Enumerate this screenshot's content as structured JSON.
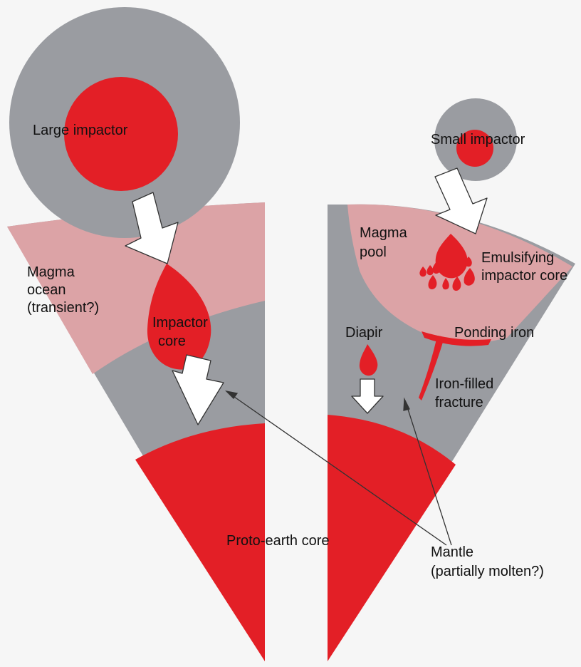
{
  "colors": {
    "background": "#f6f6f6",
    "mantle_gray": "#9a9ca1",
    "core_red": "#e31f26",
    "magma_pink": "#dca3a6",
    "arrow_fill": "#ffffff",
    "outline": "#333333",
    "text": "#111111"
  },
  "labels": {
    "large_impactor": "Large impactor",
    "small_impactor": "Small impactor",
    "magma_ocean": [
      "Magma",
      "ocean",
      "(transient?)"
    ],
    "impactor_core": [
      "Impactor",
      "core"
    ],
    "magma_pool": [
      "Magma",
      "pool"
    ],
    "emulsifying": [
      "Emulsifying",
      "impactor core"
    ],
    "diapir": "Diapir",
    "ponding_iron": "Ponding iron",
    "iron_filled_fracture": [
      "Iron-filled",
      "fracture"
    ],
    "proto_earth_core": "Proto-earth core",
    "mantle": [
      "Mantle",
      "(partially molten?)"
    ]
  }
}
